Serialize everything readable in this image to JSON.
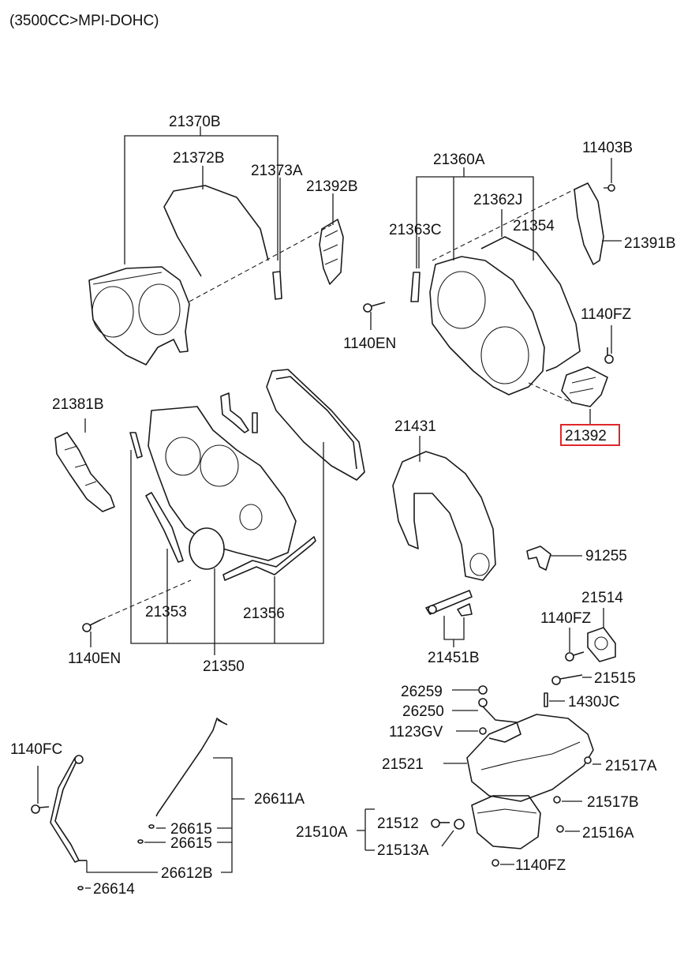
{
  "header": "(3500CC>MPI-DOHC)",
  "highlight_color": "#e0262b",
  "labels": {
    "l21370B": "21370B",
    "l21372B": "21372B",
    "l21373A": "21373A",
    "l21392B": "21392B",
    "l21360A": "21360A",
    "l21362J": "21362J",
    "l21363C": "21363C",
    "l21354": "21354",
    "l11403B": "11403B",
    "l21391B": "21391B",
    "l1140FZ_a": "1140FZ",
    "l1140EN_a": "1140EN",
    "l21392": "21392",
    "l21381B": "21381B",
    "l21431": "21431",
    "l91255": "91255",
    "l21514": "21514",
    "l1140FZ_b": "1140FZ",
    "l21515": "21515",
    "l1430JC": "1430JC",
    "l21353": "21353",
    "l21356": "21356",
    "l1140EN_b": "1140EN",
    "l21350": "21350",
    "l21451B": "21451B",
    "l26259": "26259",
    "l26250": "26250",
    "l1123GV": "1123GV",
    "l21521": "21521",
    "l21517A": "21517A",
    "l21517B": "21517B",
    "l21516A": "21516A",
    "l1140FZ_c": "1140FZ",
    "l21512": "21512",
    "l21510A": "21510A",
    "l21513A": "21513A",
    "l1140FC": "1140FC",
    "l26611A": "26611A",
    "l26615_a": "26615",
    "l26615_b": "26615",
    "l26612B": "26612B",
    "l26614": "26614"
  }
}
